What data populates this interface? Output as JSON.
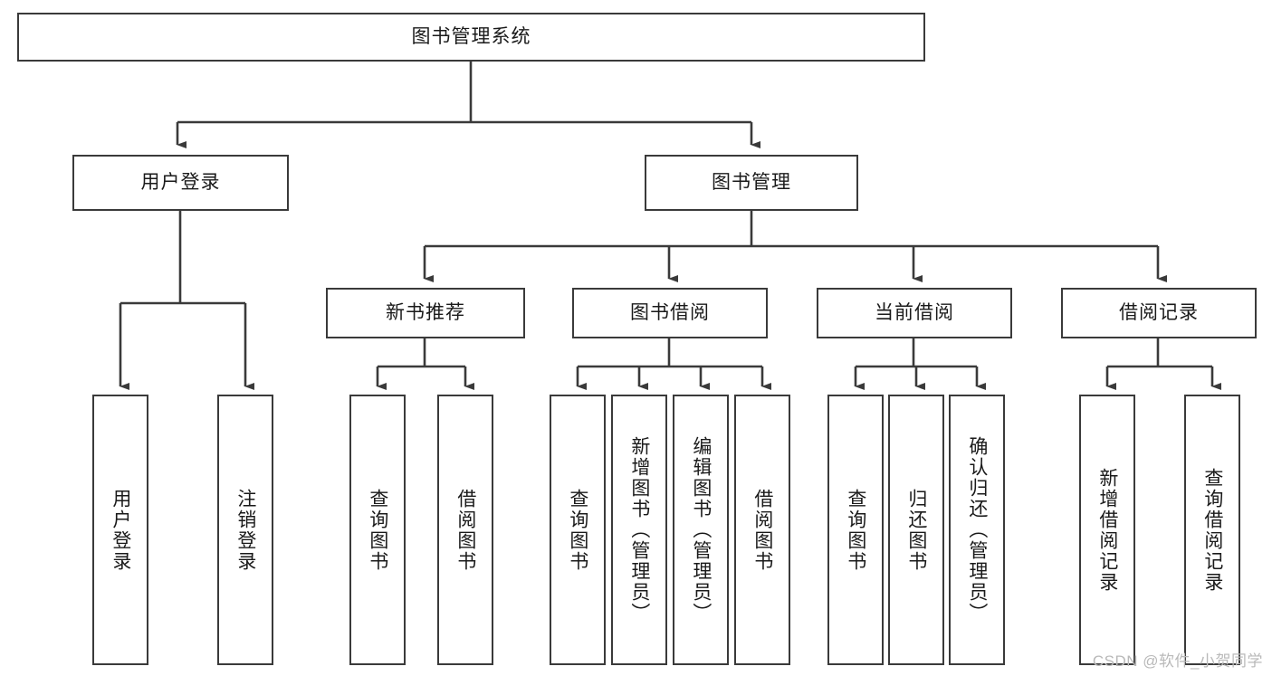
{
  "diagram": {
    "title": "图书管理系统",
    "watermark": "CSDN @软件_小贺同学",
    "colors": {
      "stroke": "#3a3a3a",
      "fill": "#ffffff",
      "text": "#1a1a1a",
      "watermark": "#b9b9b9"
    },
    "root": {
      "label": "图书管理系统"
    },
    "level2": {
      "user_login": "用户登录",
      "book_manage": "图书管理"
    },
    "level3": {
      "new_book_recommend": "新书推荐",
      "book_borrow": "图书借阅",
      "current_borrow": "当前借阅",
      "borrow_record": "借阅记录"
    },
    "leaves": {
      "user_login_1": "用户登录",
      "user_login_2": "注销登录",
      "recommend_1": "查询图书",
      "recommend_2": "借阅图书",
      "borrow_1": "查询图书",
      "borrow_2": "新增图书（管理员）",
      "borrow_3": "编辑图书（管理员）",
      "borrow_4": "借阅图书",
      "current_1": "查询图书",
      "current_2": "归还图书",
      "current_3": "确认归还（管理员）",
      "record_1": "新增借阅记录",
      "record_2": "查询借阅记录"
    }
  }
}
